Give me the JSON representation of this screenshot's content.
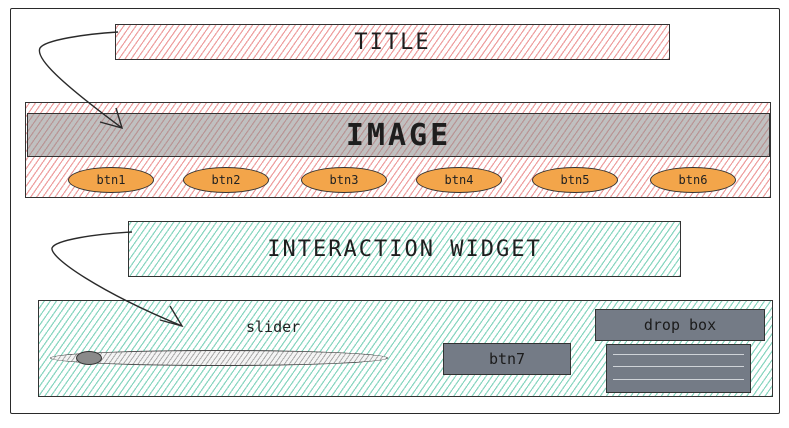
{
  "title": {
    "label": "TITLE"
  },
  "image": {
    "label": "IMAGE",
    "buttons": [
      "btn1",
      "btn2",
      "btn3",
      "btn4",
      "btn5",
      "btn6"
    ]
  },
  "interaction": {
    "label": "INTERACTION WIDGET",
    "slider": {
      "label": "slider",
      "value": 0.05
    },
    "button7": {
      "label": "btn7"
    },
    "dropbox": {
      "label": "drop box"
    }
  },
  "colors": {
    "title_hatch": "#e05050",
    "widget_hatch": "#28b48c",
    "button_fill": "#f3a54a",
    "control_fill": "#747b86"
  }
}
